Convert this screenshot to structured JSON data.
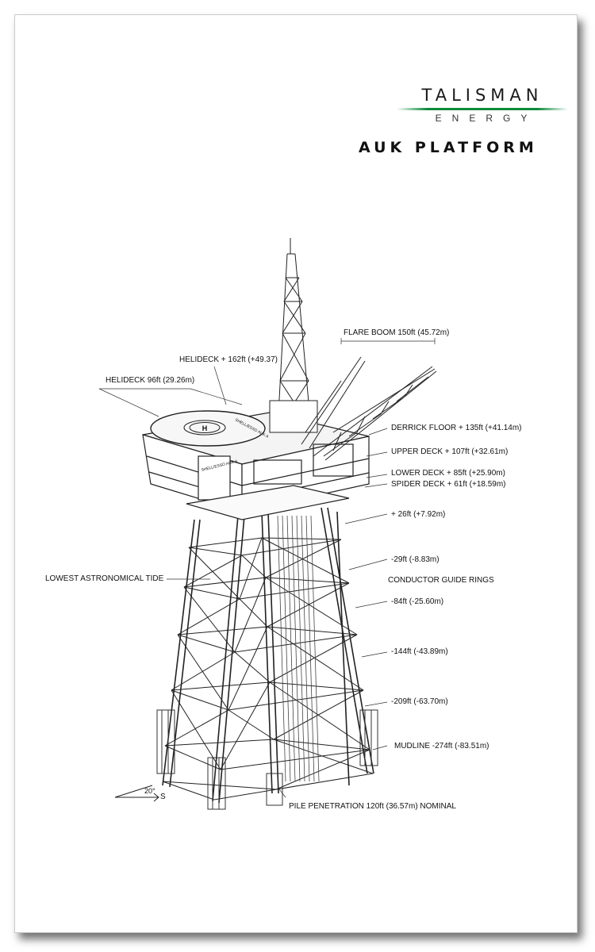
{
  "brand": {
    "name": "TALISMAN",
    "subtitle": "ENERGY",
    "accent_color": "#0a8a3a"
  },
  "title": "AUK PLATFORM",
  "labels": {
    "flare_boom": "FLARE BOOM 150ft (45.72m)",
    "helideck_elev": "HELIDECK + 162ft (+49.37)",
    "helideck_size": "HELIDECK 96ft (29.26m)",
    "derrick_floor": "DERRICK FLOOR + 135ft (+41.14m)",
    "upper_deck": "UPPER DECK + 107ft (+32.61m)",
    "lower_deck": "LOWER DECK + 85ft (+25.90m)",
    "spider_deck": "SPIDER DECK + 61ft (+18.59m)",
    "plus_26": "+ 26ft (+7.92m)",
    "minus_29": "-29ft (-8.83m)",
    "conductor_guide": "CONDUCTOR GUIDE RINGS",
    "lowest_tide": "LOWEST ASTRONOMICAL TIDE",
    "minus_84": "-84ft (-25.60m)",
    "minus_144": "-144ft (-43.89m)",
    "minus_209": "-209ft (-63.70m)",
    "mudline": "MUDLINE -274ft (-83.51m)",
    "pile_penetration": "PILE PENETRATION 120ft (36.57m) NOMINAL",
    "compass_angle": "20°",
    "compass_dir": "S",
    "helipad_mark": "H",
    "deck_marking": "SHELL/ESSO AUK A"
  }
}
